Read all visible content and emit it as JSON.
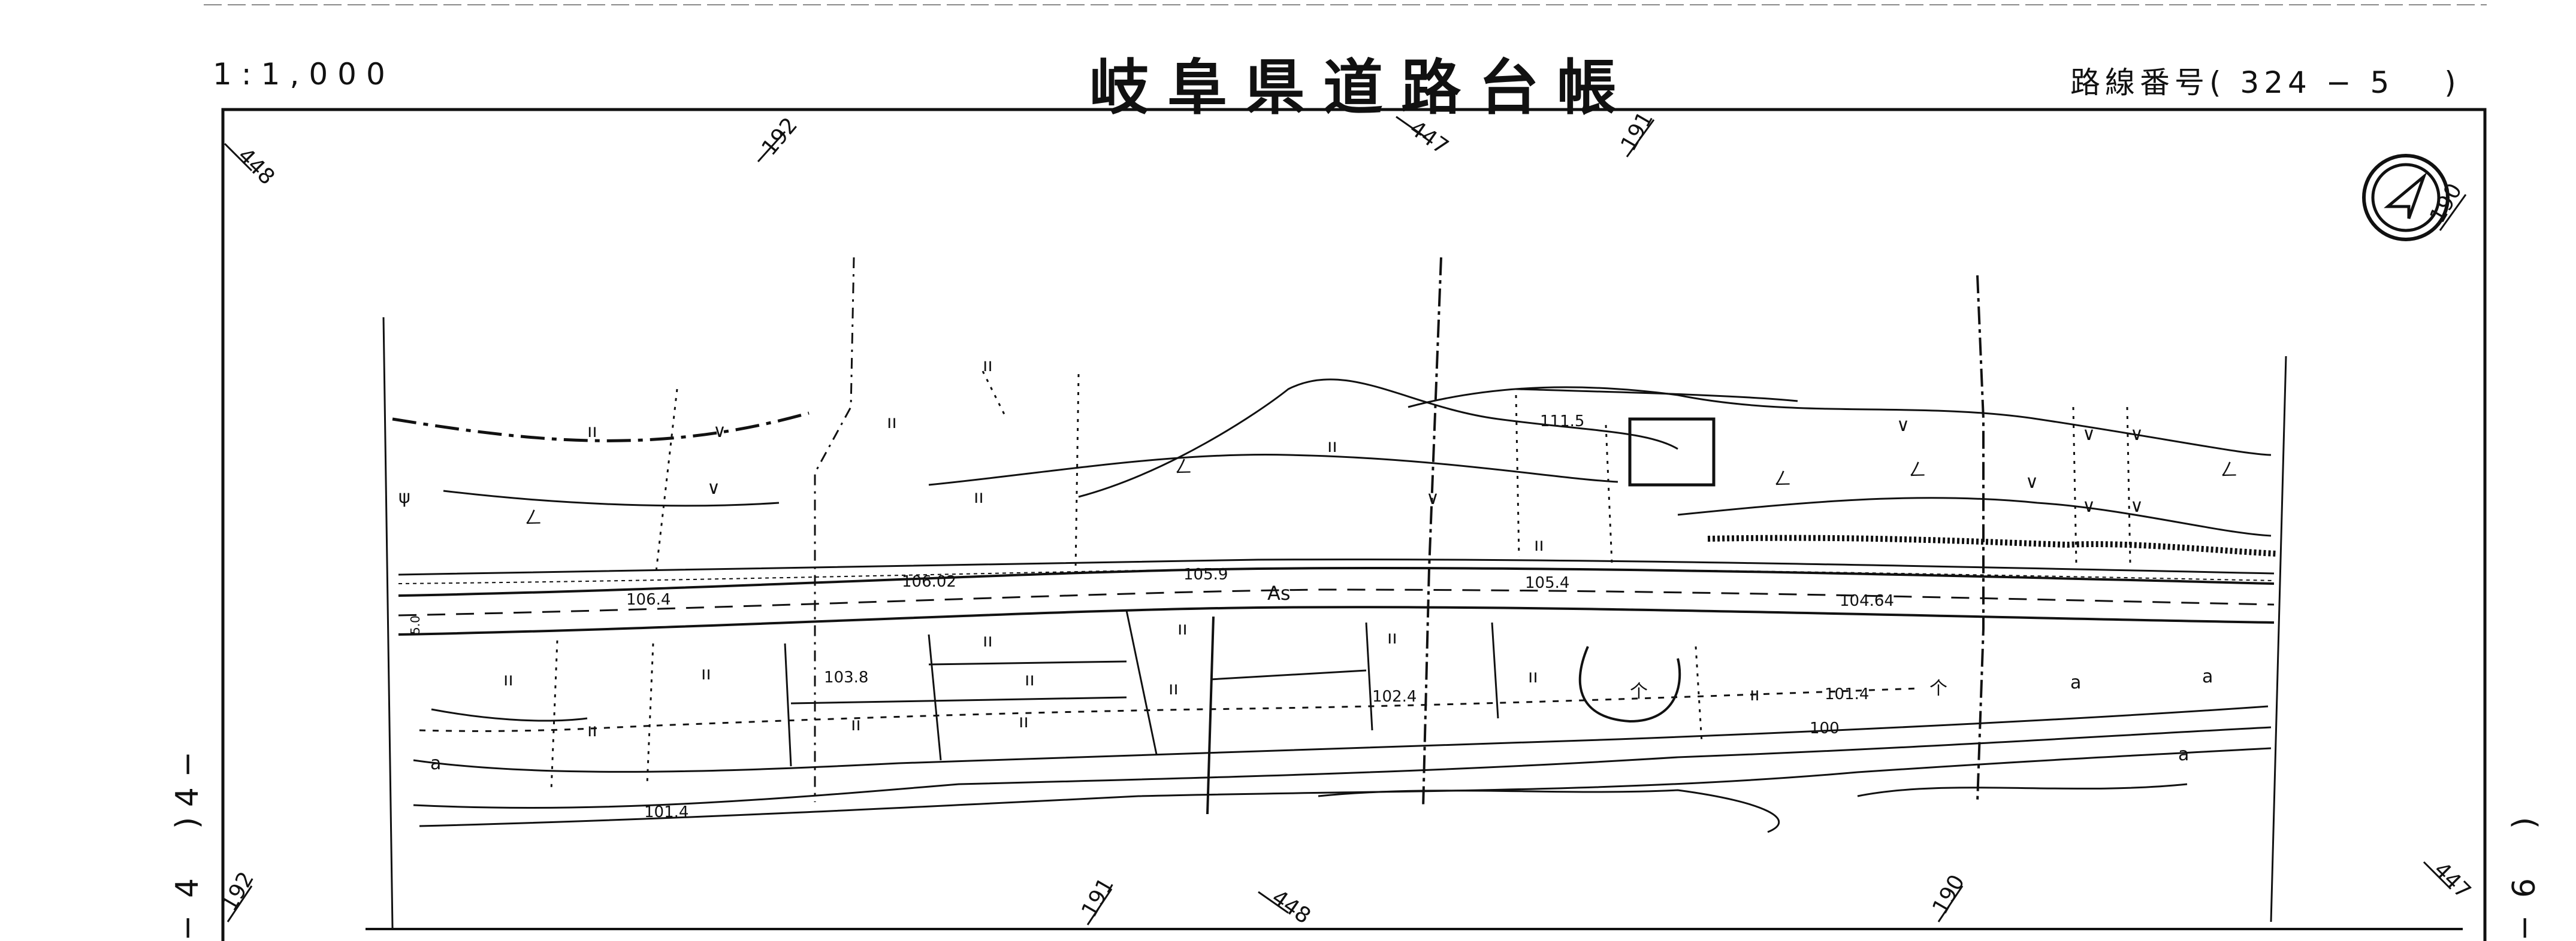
{
  "header": {
    "scale": "1:1,000",
    "title": "岐阜県道路台帳",
    "route_label": "路線番号(",
    "route_number": "324 − 5",
    "route_close": ")"
  },
  "sheet_refs": {
    "left": ")\n4\n−",
    "right": ")\n6\n−"
  },
  "grid_labels": {
    "top_left_448": "448",
    "top_192": "192",
    "top_447": "447",
    "top_191": "191",
    "top_right_190": "190",
    "bottom_192": "192",
    "bottom_191": "191",
    "bottom_448": "448",
    "bottom_190": "190",
    "bottom_447": "447"
  },
  "elevations": {
    "e1": "106.4",
    "e2": "106.02",
    "e3": "105.9",
    "e4": "105.4",
    "e5": "104.64",
    "e6": "111.5",
    "e7": "103.8",
    "e8": "102.4",
    "e9": "101.4",
    "e10": "101.4",
    "e11": "100"
  },
  "map_symbols": {
    "pavement": "As",
    "width": "5.0",
    "meadow": "ıı",
    "field": "ıı",
    "grass": "ψ",
    "rice": "ıı",
    "orchard": "ㄥ",
    "wasteland": "∨",
    "broadleaf": "a",
    "shrine": "个"
  },
  "north_arrow": "north-arrow",
  "colors": {
    "ink": "#111111",
    "paper": "#ffffff"
  }
}
